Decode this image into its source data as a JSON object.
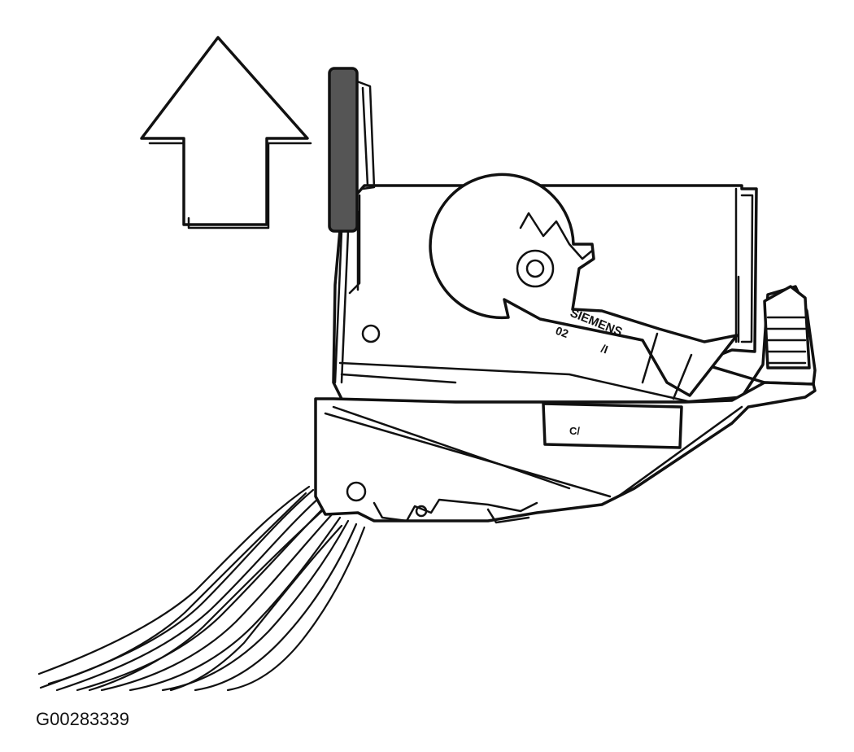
{
  "figure": {
    "id_label": "G00283339",
    "switch_markings": {
      "brand": "SIEMENS",
      "code_left": "02",
      "code_right": "/I",
      "tab_text": "C/"
    }
  },
  "colors": {
    "line": "#111111",
    "background": "#ffffff",
    "lever_dark": "#555555"
  }
}
